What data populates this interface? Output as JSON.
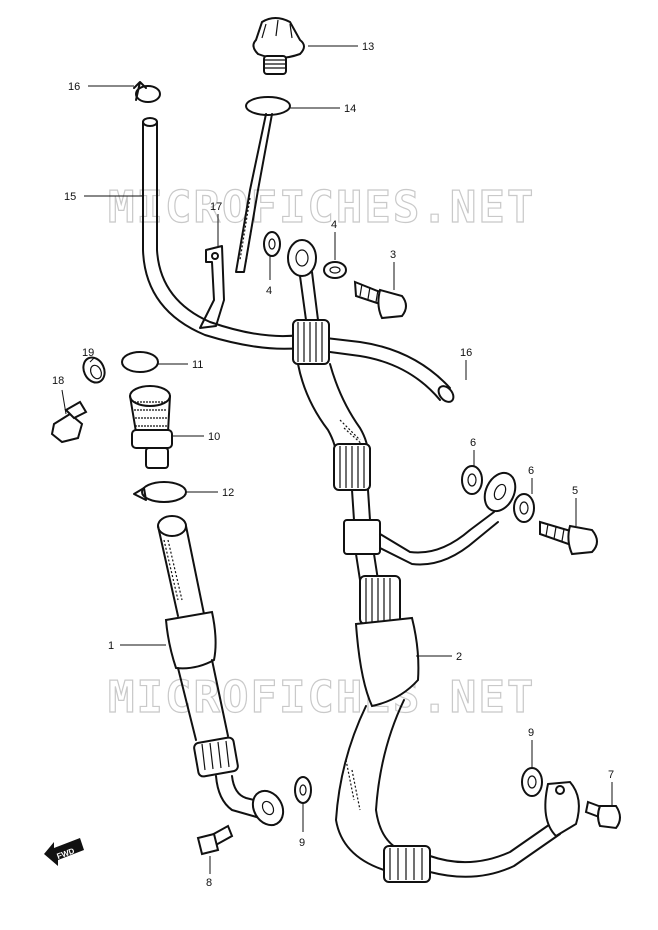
{
  "watermarks": [
    "MICROFICHES.NET",
    "MICROFICHES.NET"
  ],
  "direction_label": "FWD",
  "callouts": [
    {
      "id": "c13",
      "text": "13"
    },
    {
      "id": "c16a",
      "text": "16"
    },
    {
      "id": "c14",
      "text": "14"
    },
    {
      "id": "c15",
      "text": "15"
    },
    {
      "id": "c17",
      "text": "17"
    },
    {
      "id": "c4a",
      "text": "4"
    },
    {
      "id": "c4b",
      "text": "4"
    },
    {
      "id": "c3",
      "text": "3"
    },
    {
      "id": "c19",
      "text": "19"
    },
    {
      "id": "c11",
      "text": "11"
    },
    {
      "id": "c16b",
      "text": "16"
    },
    {
      "id": "c18",
      "text": "18"
    },
    {
      "id": "c10",
      "text": "10"
    },
    {
      "id": "c6a",
      "text": "6"
    },
    {
      "id": "c6b",
      "text": "6"
    },
    {
      "id": "c5",
      "text": "5"
    },
    {
      "id": "c12",
      "text": "12"
    },
    {
      "id": "c1",
      "text": "1"
    },
    {
      "id": "c2",
      "text": "2"
    },
    {
      "id": "c9a",
      "text": "9"
    },
    {
      "id": "c7",
      "text": "7"
    },
    {
      "id": "c9b",
      "text": "9"
    },
    {
      "id": "c8",
      "text": "8"
    }
  ]
}
